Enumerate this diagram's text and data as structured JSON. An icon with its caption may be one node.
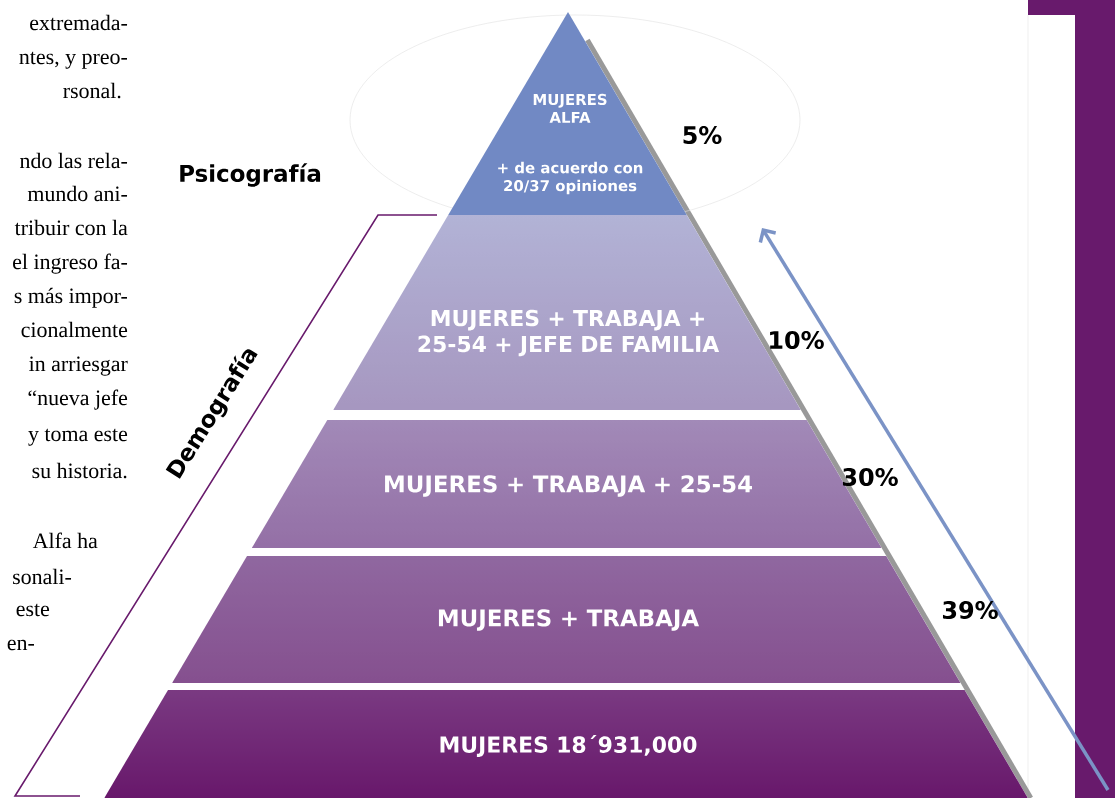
{
  "diagram": {
    "nodes": [
      {
        "text": [
          "Psicografía"
        ]
      },
      {
        "text": [
          "MUJERES ALFA",
          "+ de acuerdo con 20/37 opiniones"
        ],
        "beside": [
          "5%"
        ]
      },
      {
        "text": [
          "Demografía"
        ]
      },
      {
        "text": [
          "MUJERES + TRABAJA + 25-54 + JEFE DE FAMILIA"
        ],
        "beside": [
          "10%"
        ]
      },
      {
        "text": [
          "MUJERES + TRABAJA + 25-54"
        ],
        "beside": [
          "30%"
        ]
      },
      {
        "text": [
          "MUJERES + TRABAJA"
        ]
      },
      {
        "text": [
          "MUJERES 18´931,000"
        ]
      }
    ],
    "labels": [
      "extremada-",
      "ntes, y preo-",
      "rsonal.",
      "ndo las rela-",
      "mundo ani-",
      "tribuir con la",
      "el ingreso fa-",
      "s más impor-",
      "cionalmente",
      "in arriesgar",
      "“nueva jefe",
      "y toma este",
      "su historia.",
      "Alfa ha",
      "sonali-",
      "este",
      "en-",
      "39%"
    ]
  }
}
